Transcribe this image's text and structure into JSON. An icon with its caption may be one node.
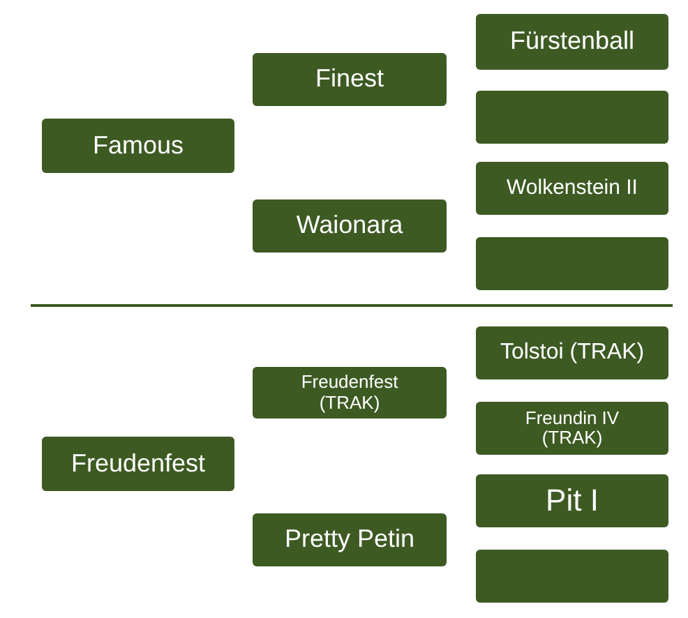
{
  "diagram": {
    "nodes": [
      {
        "text": [
          "Famous"
        ]
      },
      {
        "text": [
          "Finest"
        ]
      },
      {
        "text": [
          "Waionara"
        ]
      },
      {
        "text": [
          "Fürstenball"
        ]
      },
      {
        "text": [],
        "shape": "box"
      },
      {
        "text": [
          "Wolkenstein II"
        ]
      },
      {
        "text": [],
        "shape": "box"
      },
      {
        "text": [
          "Freudenfest"
        ]
      },
      {
        "text": [
          "Freudenfest (TRAK)"
        ]
      },
      {
        "text": [
          "Pretty Petin"
        ]
      },
      {
        "text": [
          "Tolstoi (TRAK)"
        ]
      },
      {
        "text": [
          "Freundin IV (TRAK)"
        ]
      },
      {
        "text": [
          "Pit I"
        ]
      },
      {
        "text": [],
        "shape": "box"
      }
    ]
  }
}
